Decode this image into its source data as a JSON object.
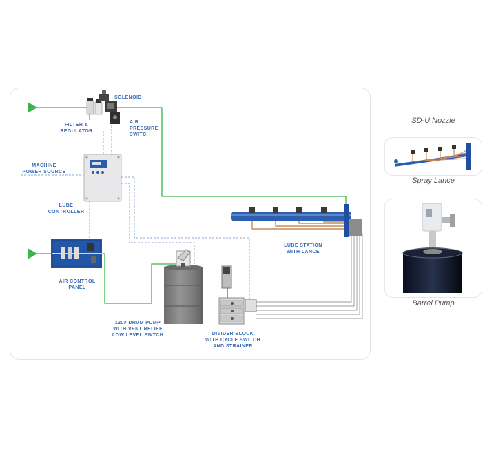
{
  "diagram": {
    "labels": {
      "solenoid": "SOLENOID",
      "filter_regulator": [
        "FILTER &",
        "REGULATOR"
      ],
      "air_pressure_switch": [
        "AIR",
        "PRESSURE",
        "SWITCH"
      ],
      "machine_power_source": [
        "MACHINE",
        "POWER SOURCE"
      ],
      "lube_controller": [
        "LUBE",
        "CONTROLLER"
      ],
      "air_control_panel": [
        "AIR CONTROL",
        "PANEL"
      ],
      "lube_station": [
        "LUBE STATION",
        "WITH LANCE"
      ],
      "drum_pump": [
        "120# DRUM PUMP",
        "WITH VENT RELIEF",
        "LOW LEVEL SWTCH"
      ],
      "divider_block": [
        "DIVIDER BLOCK",
        "WITH CYCLE SWITCH",
        "AND STRAINER"
      ]
    },
    "colors": {
      "air_line": "#3cb54a",
      "electrical_line": "#7a9bc7",
      "label": "#3a6db6",
      "manifold": "#2c5fb0",
      "copper": "#c98a5a"
    }
  },
  "side": {
    "nozzle_title": "SD-U Nozzle",
    "spray_lance_caption": "Spray Lance",
    "barrel_pump_caption": "Barrel Pump"
  }
}
